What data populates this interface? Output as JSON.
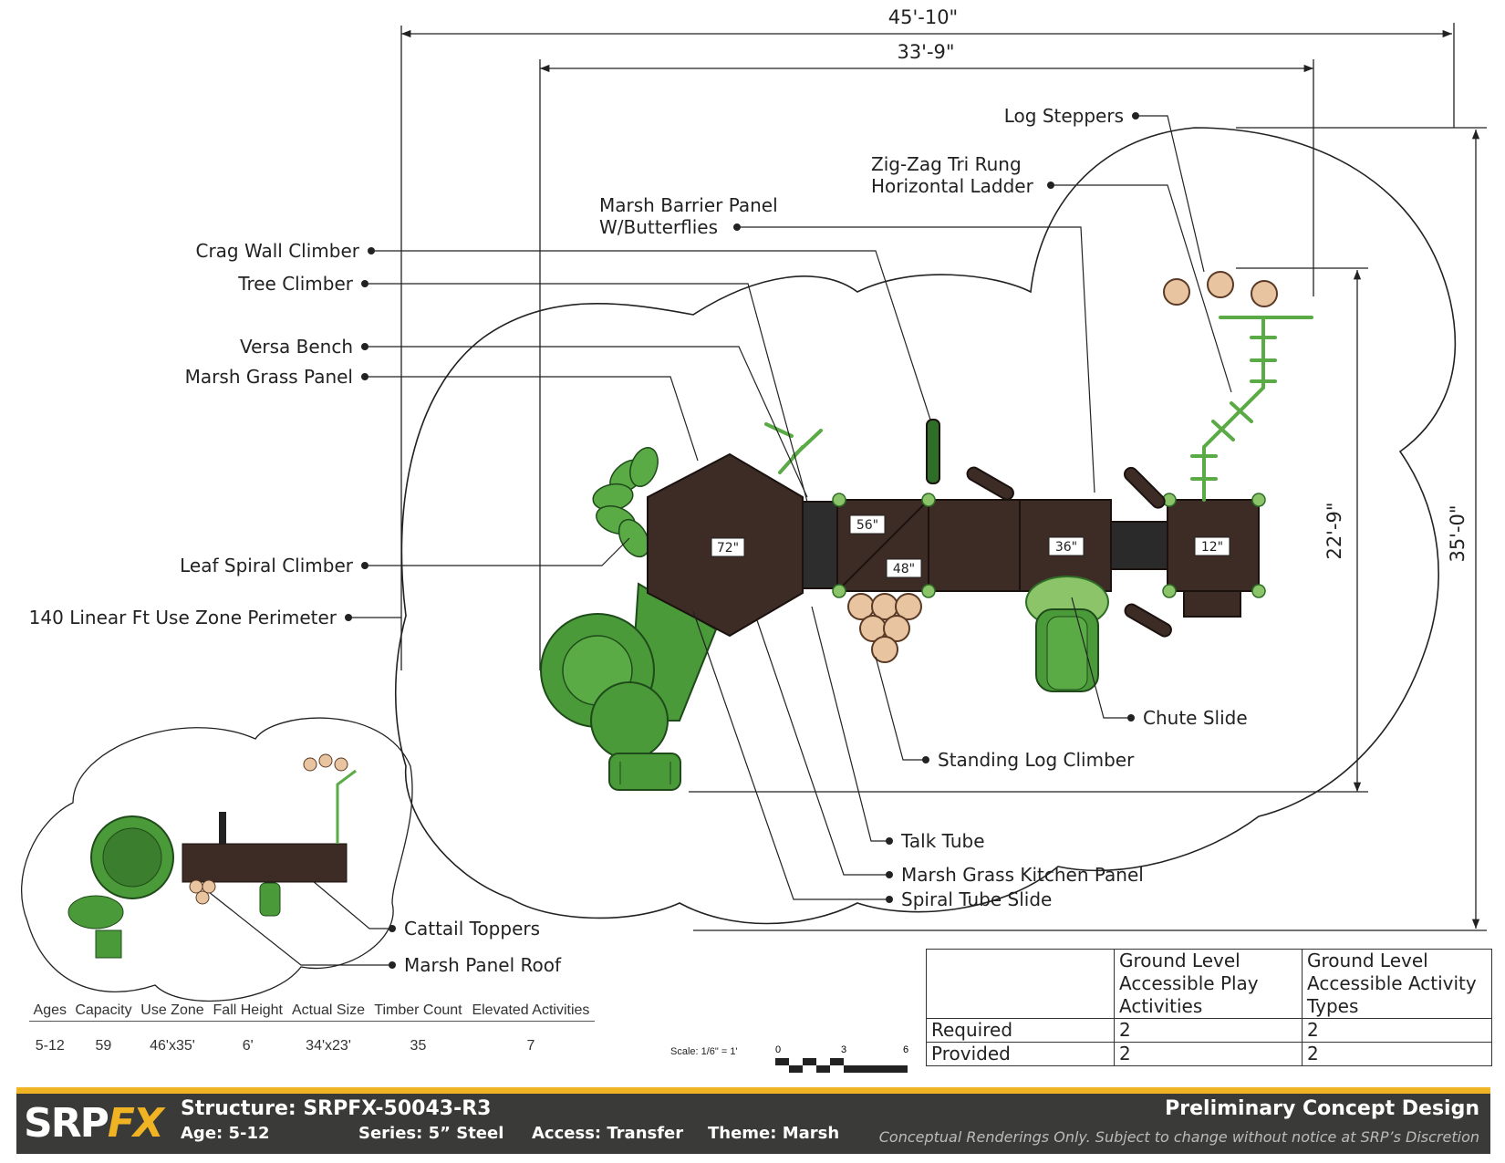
{
  "dimensions": {
    "overall_width": "45'-10\"",
    "structure_width": "33'-9\"",
    "overall_depth": "35'-0\"",
    "structure_depth": "22'-9\""
  },
  "callouts": {
    "log_steppers": "Log Steppers",
    "zigzag_line1": "Zig-Zag Tri Rung",
    "zigzag_line2": "Horizontal Ladder",
    "marsh_barrier_line1": "Marsh Barrier Panel",
    "marsh_barrier_line2": "W/Butterflies",
    "crag_wall": "Crag Wall Climber",
    "tree_climber": "Tree Climber",
    "versa_bench": "Versa Bench",
    "marsh_grass_panel": "Marsh Grass Panel",
    "leaf_spiral": "Leaf Spiral Climber",
    "use_zone": "140 Linear Ft Use Zone Perimeter",
    "chute_slide": "Chute Slide",
    "standing_log": "Standing Log Climber",
    "talk_tube": "Talk Tube",
    "kitchen_panel": "Marsh Grass Kitchen Panel",
    "spiral_slide": "Spiral Tube Slide",
    "cattail": "Cattail Toppers",
    "marsh_roof": "Marsh Panel Roof"
  },
  "deck_heights": [
    "72\"",
    "56\"",
    "48\"",
    "36\"",
    "12\""
  ],
  "stats": {
    "headers": [
      "Ages",
      "Capacity",
      "Use Zone",
      "Fall Height",
      "Actual Size",
      "Timber Count",
      "Elevated Activities"
    ],
    "values": [
      "5-12",
      "59",
      "46'x35'",
      "6'",
      "34'x23'",
      "35",
      "7"
    ]
  },
  "scale": {
    "label": "Scale: 1/6\" = 1'",
    "ticks": [
      "0",
      "3",
      "6"
    ]
  },
  "accessibility": {
    "col1": "Ground Level Accessible Play Activities",
    "col2": "Ground Level Accessible Activity Types",
    "rows": [
      {
        "label": "Required",
        "v1": "2",
        "v2": "2"
      },
      {
        "label": "Provided",
        "v1": "2",
        "v2": "2"
      }
    ]
  },
  "footer": {
    "logo_srp": "SRP",
    "logo_fx": "FX",
    "structure": "Structure: SRPFX-50043-R3",
    "age": "Age: 5-12",
    "series": "Series: 5” Steel",
    "access": "Access: Transfer",
    "theme": "Theme: Marsh",
    "title": "Preliminary Concept Design",
    "disclaimer": "Conceptual Renderings Only. Subject to change without notice at SRP’s Discretion"
  },
  "colors": {
    "deck": "#3d2c26",
    "green": "#4a9a3a",
    "green_dark": "#2f6e27",
    "green_light": "#8cc46a",
    "log": "#e9c4a0",
    "footer_bg": "#3a3a38",
    "footer_accent": "#f0b323"
  }
}
